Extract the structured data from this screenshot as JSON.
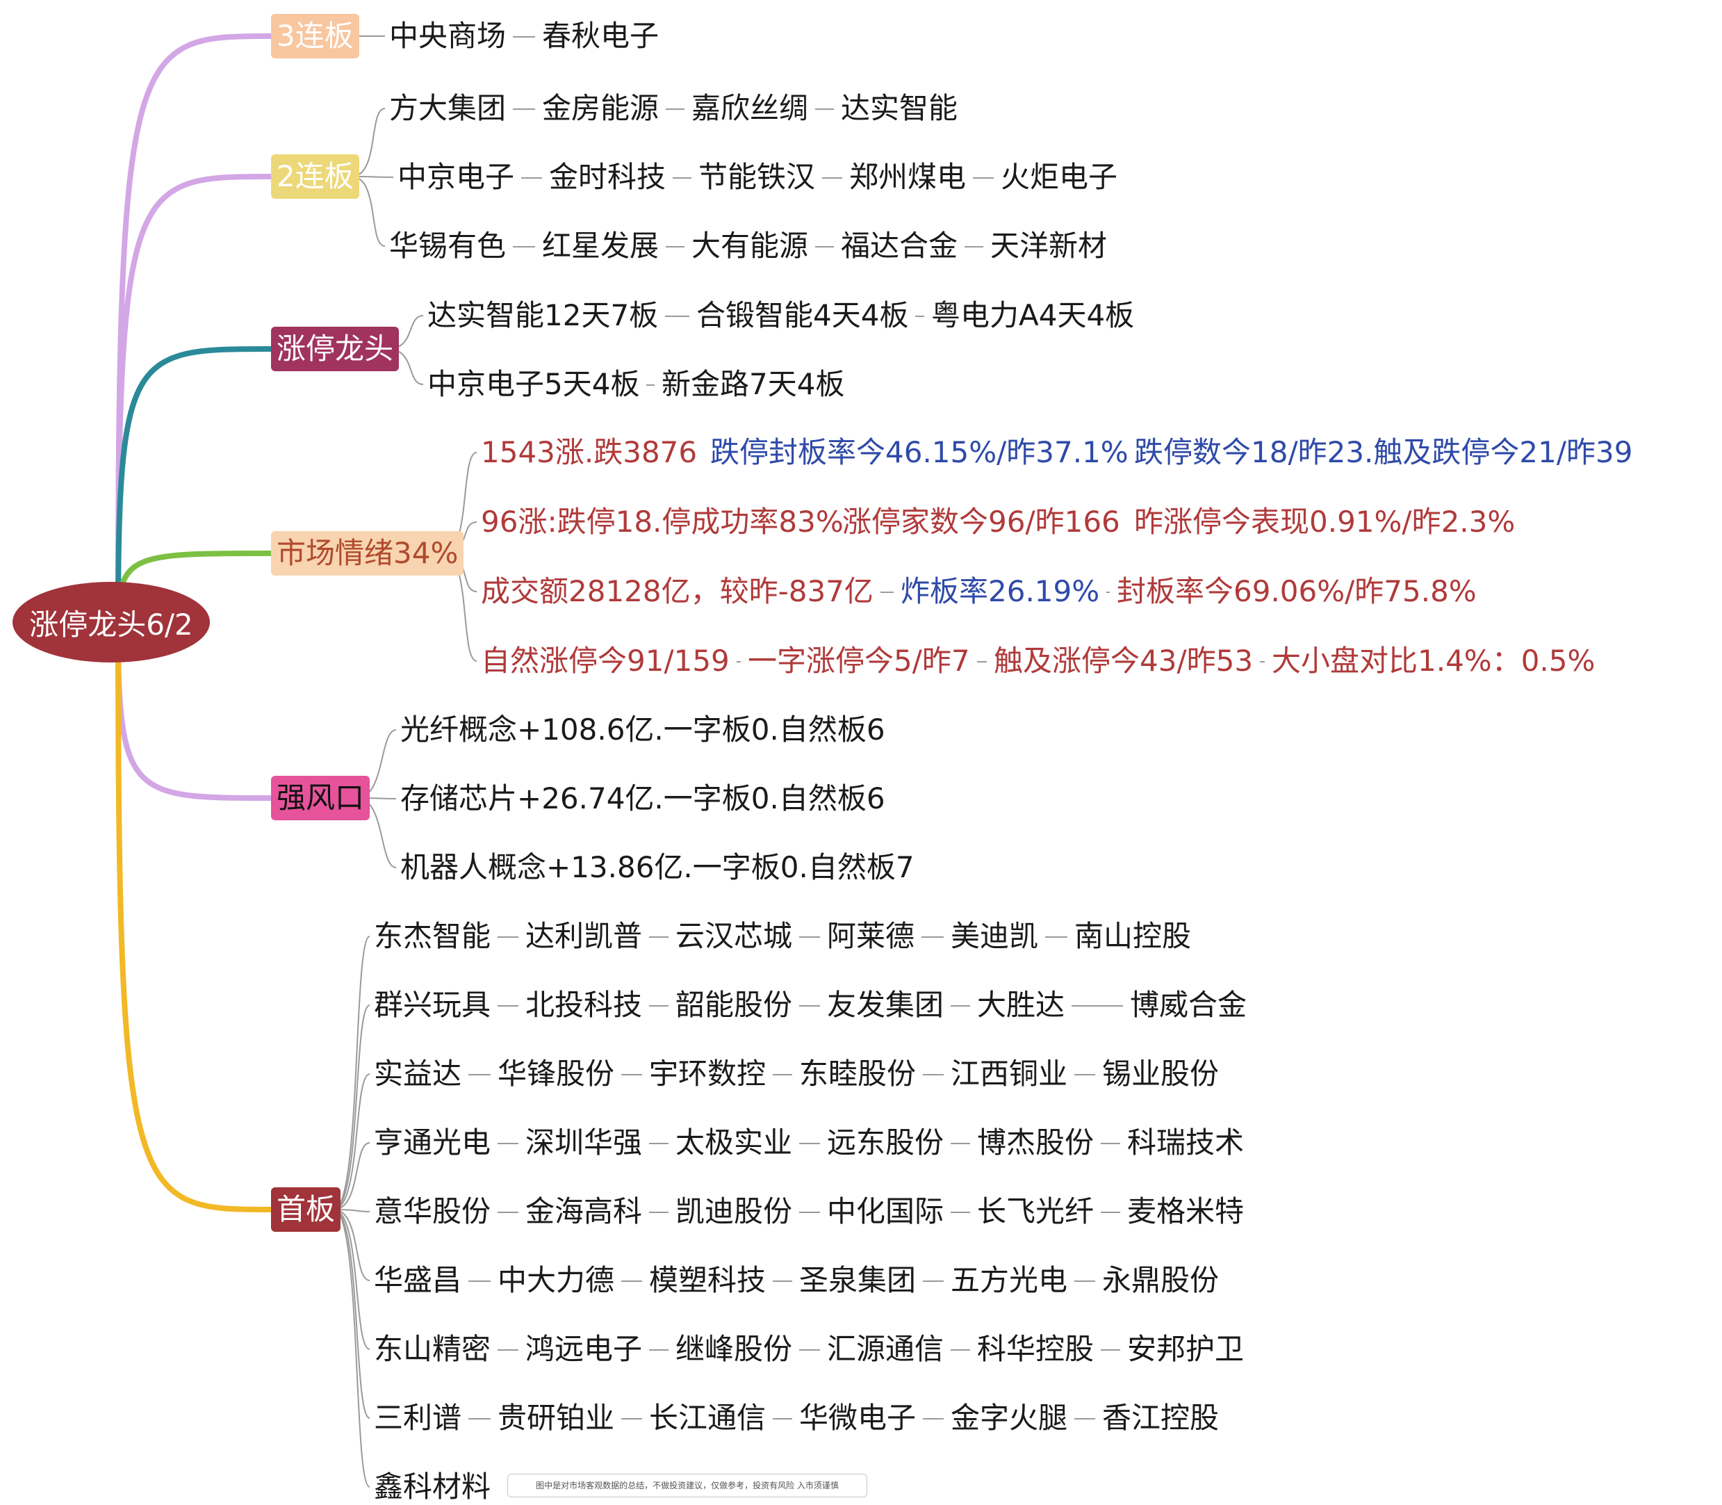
{
  "root": {
    "label": "涨停龙头6/2",
    "color": "#a1333a"
  },
  "branches": [
    {
      "label": "3连板",
      "bg": "#f8c69f",
      "fg": "#ffffff",
      "line": "#d3a6e6",
      "rows": [
        [
          "中央商场",
          "春秋电子"
        ]
      ]
    },
    {
      "label": "2连板",
      "bg": "#ecd878",
      "fg": "#ffffff",
      "line": "#d3a6e6",
      "rows": [
        [
          "方大集团",
          "金房能源",
          "嘉欣丝绸",
          "达实智能"
        ],
        [
          "中京电子",
          "金时科技",
          "节能铁汉",
          "郑州煤电",
          "火炬电子"
        ],
        [
          "华锡有色",
          "红星发展",
          "大有能源",
          "福达合金",
          "天洋新材"
        ]
      ]
    },
    {
      "label": "涨停龙头",
      "bg": "#a0335f",
      "fg": "#ffffff",
      "line": "#2b8a99",
      "rows": [
        [
          "达实智能12天7板",
          "合锻智能4天4板",
          "粤电力A4天4板"
        ],
        [
          "中京电子5天4板",
          "新金路7天4板"
        ]
      ]
    },
    {
      "label": "市场情绪34%",
      "bg": "#f8d4b0",
      "fg": "#b04a2e",
      "line": "#7bc043",
      "rows": [
        [
          "1543涨.跌3876",
          "跌停封板率今46.15%/昨37.1%",
          "跌停数今18/昨23.触及跌停今21/昨39"
        ],
        [
          "96涨:跌停18.停成功率83%",
          "涨停家数今96/昨166",
          "昨涨停今表现0.91%/昨2.3%"
        ],
        [
          "成交额28128亿，较昨-837亿",
          "炸板率26.19%",
          "封板率今69.06%/昨75.8%"
        ],
        [
          "自然涨停今91/159",
          "一字涨停今5/昨7",
          "触及涨停今43/昨53",
          "大小盘对比1.4%：0.5%"
        ]
      ],
      "row_colors": [
        [
          "#b03a3a",
          "#2f4aa8",
          "#2f4aa8"
        ],
        [
          "#b03a3a",
          "#b03a3a",
          "#b03a3a"
        ],
        [
          "#b03a3a",
          "#2f4aa8",
          "#b03a3a"
        ],
        [
          "#b03a3a",
          "#b03a3a",
          "#b03a3a",
          "#b03a3a"
        ]
      ]
    },
    {
      "label": "强风口",
      "bg": "#e6539a",
      "fg": "#111111",
      "line": "#d3a6e6",
      "rows": [
        [
          "光纤概念+108.6亿.一字板0.自然板6"
        ],
        [
          "存储芯片+26.74亿.一字板0.自然板6"
        ],
        [
          "机器人概念+13.86亿.一字板0.自然板7"
        ]
      ]
    },
    {
      "label": "首板",
      "bg": "#a1333a",
      "fg": "#ffffff",
      "line": "#f2b825",
      "rows": [
        [
          "东杰智能",
          "达利凯普",
          "云汉芯城",
          "阿莱德",
          "美迪凯",
          "南山控股"
        ],
        [
          "群兴玩具",
          "北投科技",
          "韶能股份",
          "友发集团",
          "大胜达",
          "博威合金"
        ],
        [
          "实益达",
          "华锋股份",
          "宇环数控",
          "东睦股份",
          "江西铜业",
          "锡业股份"
        ],
        [
          "亨通光电",
          "深圳华强",
          "太极实业",
          "远东股份",
          "博杰股份",
          "科瑞技术"
        ],
        [
          "意华股份",
          "金海高科",
          "凯迪股份",
          "中化国际",
          "长飞光纤",
          "麦格米特"
        ],
        [
          "华盛昌",
          "中大力德",
          "模塑科技",
          "圣泉集团",
          "五方光电",
          "永鼎股份"
        ],
        [
          "东山精密",
          "鸿远电子",
          "继峰股份",
          "汇源通信",
          "科华控股",
          "安邦护卫"
        ],
        [
          "三利谱",
          "贵研铂业",
          "长江通信",
          "华微电子",
          "金字火腿",
          "香江控股"
        ],
        [
          "鑫科材料"
        ]
      ]
    }
  ],
  "disclaimer": "图中是对市场客观数据的总结，不做投资建议，仅做参考，投资有风险  入市须谨慎"
}
